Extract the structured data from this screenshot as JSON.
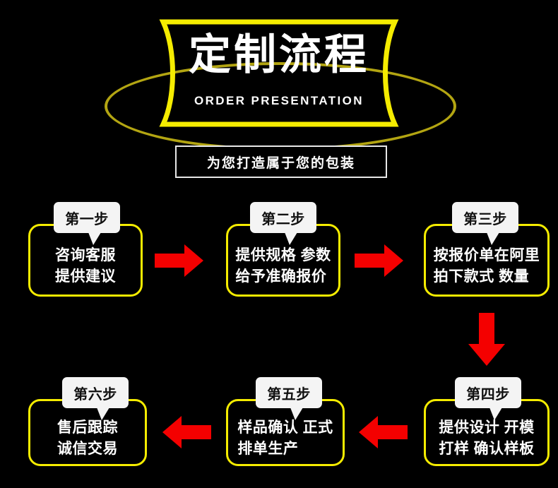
{
  "header": {
    "title": "定制流程",
    "subtitle_en": "ORDER PRESENTATION",
    "tagline": "为您打造属于您的包装",
    "banner_color": "#f5ec00",
    "ring_color": "#b3a512",
    "background_color": "#000000"
  },
  "flow": {
    "arrow_color": "#f40000",
    "box_border_color": "#f5ec00",
    "text_color": "#ffffff",
    "steps": [
      {
        "badge": "第一步",
        "line1": "咨询客服",
        "line2": "提供建议"
      },
      {
        "badge": "第二步",
        "line1": "提供规格 参数",
        "line2": "给予准确报价"
      },
      {
        "badge": "第三步",
        "line1": "按报价单在阿里",
        "line2": "拍下款式 数量"
      },
      {
        "badge": "第四步",
        "line1": "提供设计 开模",
        "line2": "打样 确认样板"
      },
      {
        "badge": "第五步",
        "line1": "样品确认 正式",
        "line2": "排单生产"
      },
      {
        "badge": "第六步",
        "line1": "售后跟踪",
        "line2": "诚信交易"
      }
    ],
    "connectors": [
      {
        "name": "arrow-step1-to-step2",
        "direction": "right"
      },
      {
        "name": "arrow-step2-to-step3",
        "direction": "right"
      },
      {
        "name": "arrow-step3-to-step4",
        "direction": "down"
      },
      {
        "name": "arrow-step4-to-step5",
        "direction": "left"
      },
      {
        "name": "arrow-step5-to-step6",
        "direction": "left"
      }
    ]
  }
}
